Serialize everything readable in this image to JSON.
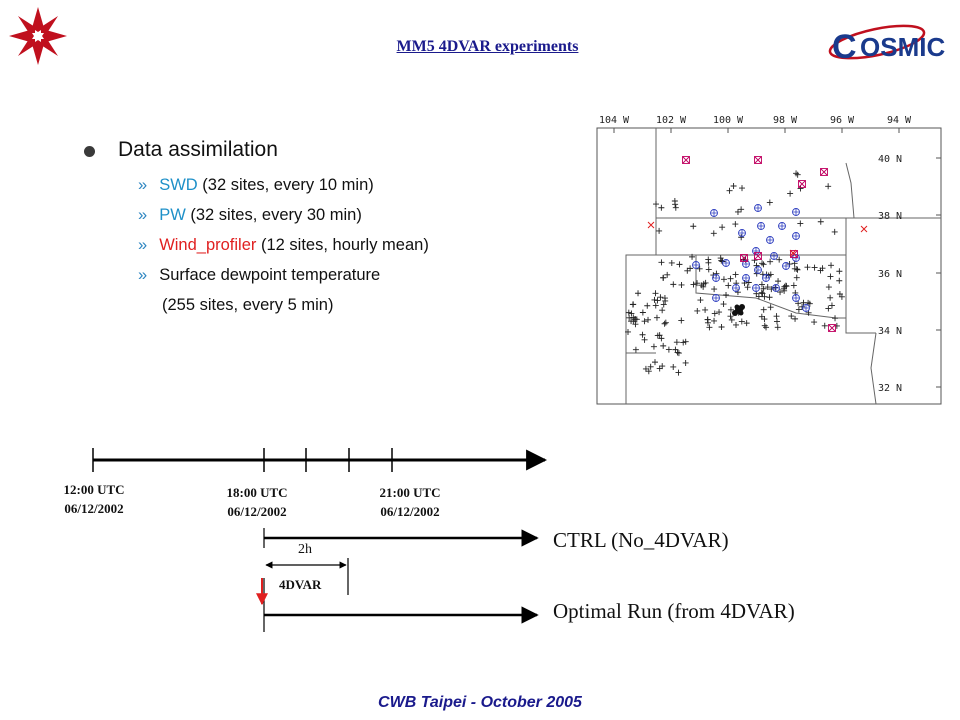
{
  "header": {
    "title": "MM5 4DVAR experiments",
    "cosmic_logo_text": "COSMIC"
  },
  "bullets": {
    "main": "Data assimilation",
    "items": [
      {
        "highlight": "SWD",
        "rest": " (32 sites, every 10 min)"
      },
      {
        "highlight": "PW",
        "rest": " (32 sites, every 30 min)"
      },
      {
        "highlight": "Wind_profiler",
        "rest": " (12 sites, hourly mean)"
      },
      {
        "highlight": "",
        "rest": "Surface dewpoint temperature"
      }
    ],
    "continuation": "(255 sites, every 5 min)",
    "marker": "»"
  },
  "map": {
    "lon_labels": [
      "104 W",
      "102 W",
      "100 W",
      "98 W",
      "96 W",
      "94 W"
    ],
    "lat_labels": [
      "40 N",
      "38 N",
      "36 N",
      "34 N",
      "32 N"
    ]
  },
  "timeline": {
    "t1": {
      "time": "12:00 UTC",
      "date": "06/12/2002"
    },
    "t2": {
      "time": "18:00 UTC",
      "date": "06/12/2002"
    },
    "t3": {
      "time": "21:00 UTC",
      "date": "06/12/2002"
    },
    "window_label": "2h",
    "fdvar_label": "4DVAR",
    "ctrl_label": "CTRL (No_4DVAR)",
    "optimal_label": "Optimal Run (from 4DVAR)"
  },
  "footer": {
    "text": "CWB Taipei - October 2005"
  },
  "colors": {
    "title": "#1a1a8c",
    "highlight": "#1e90c8",
    "wind": "#e02020",
    "pw_marker": "#3040c0",
    "profiler_marker": "#c00060"
  }
}
